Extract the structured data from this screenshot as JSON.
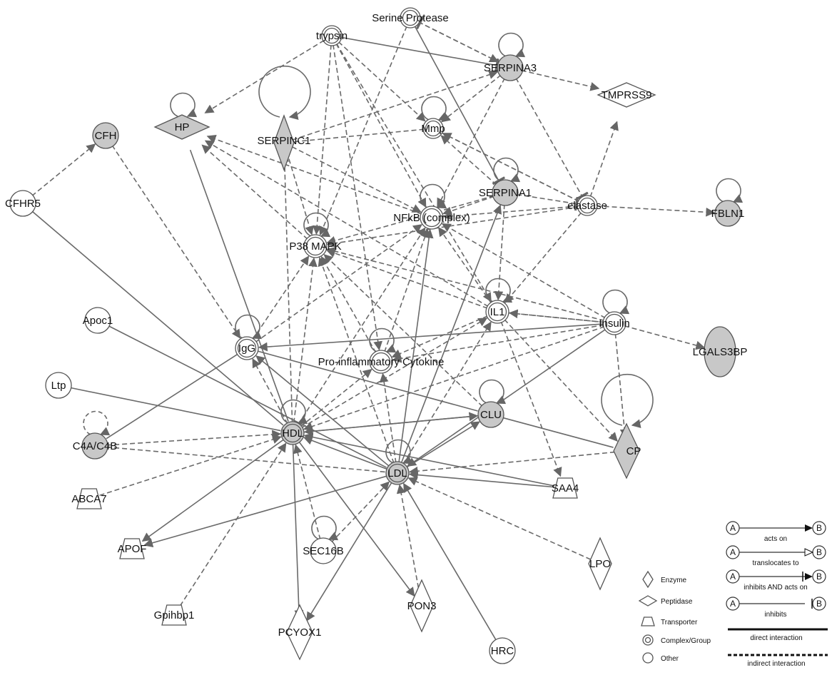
{
  "nodes": [
    {
      "id": "serine_protease",
      "label": "Serine Protease",
      "shape": "complex",
      "fill": "#ffffff"
    },
    {
      "id": "trypsin",
      "label": "trypsin",
      "shape": "complex",
      "fill": "#ffffff"
    },
    {
      "id": "serpina3",
      "label": "SERPINA3",
      "shape": "circle",
      "fill": "#c8c8c8"
    },
    {
      "id": "tmprss9",
      "label": "TMPRSS9",
      "shape": "peptidase",
      "fill": "#ffffff"
    },
    {
      "id": "hp",
      "label": "HP",
      "shape": "peptidase",
      "fill": "#c8c8c8"
    },
    {
      "id": "cfh",
      "label": "CFH",
      "shape": "circle",
      "fill": "#c8c8c8"
    },
    {
      "id": "serpinc1",
      "label": "SERPINC1",
      "shape": "enzyme",
      "fill": "#c8c8c8"
    },
    {
      "id": "mmp",
      "label": "Mmp",
      "shape": "complex",
      "fill": "#ffffff"
    },
    {
      "id": "cfhr5",
      "label": "CFHR5",
      "shape": "circle",
      "fill": "#ffffff"
    },
    {
      "id": "serpina1",
      "label": "SERPINA1",
      "shape": "circle",
      "fill": "#c8c8c8"
    },
    {
      "id": "nfkb",
      "label": "NFkB (complex)",
      "shape": "complex",
      "fill": "#ffffff"
    },
    {
      "id": "elastase",
      "label": "elastase",
      "shape": "complex",
      "fill": "#ffffff"
    },
    {
      "id": "fbln1",
      "label": "FBLN1",
      "shape": "circle",
      "fill": "#c8c8c8"
    },
    {
      "id": "p38",
      "label": "P38 MAPK",
      "shape": "complex",
      "fill": "#ffffff"
    },
    {
      "id": "il1",
      "label": "IL1",
      "shape": "complex",
      "fill": "#ffffff"
    },
    {
      "id": "apoc1",
      "label": "Apoc1",
      "shape": "circle",
      "fill": "#ffffff"
    },
    {
      "id": "insulin",
      "label": "Insulin",
      "shape": "complex",
      "fill": "#ffffff"
    },
    {
      "id": "lgals3bp",
      "label": "LGALS3BP",
      "shape": "ellipse",
      "fill": "#c8c8c8"
    },
    {
      "id": "igg",
      "label": "IgG",
      "shape": "complex",
      "fill": "#ffffff"
    },
    {
      "id": "proinflam",
      "label": "Pro-inflammatory Cytokine",
      "shape": "complex",
      "fill": "#ffffff"
    },
    {
      "id": "ltp",
      "label": "Ltp",
      "shape": "circle",
      "fill": "#ffffff"
    },
    {
      "id": "clu",
      "label": "CLU",
      "shape": "circle",
      "fill": "#c8c8c8"
    },
    {
      "id": "hdl",
      "label": "HDL",
      "shape": "complex",
      "fill": "#c8c8c8"
    },
    {
      "id": "c4a",
      "label": "C4A/C4B",
      "shape": "circle",
      "fill": "#c8c8c8"
    },
    {
      "id": "cp",
      "label": "CP",
      "shape": "enzyme",
      "fill": "#c8c8c8"
    },
    {
      "id": "ldl",
      "label": "LDL",
      "shape": "complex",
      "fill": "#c8c8c8"
    },
    {
      "id": "abca7",
      "label": "ABCA7",
      "shape": "transporter",
      "fill": "#ffffff"
    },
    {
      "id": "saa4",
      "label": "SAA4",
      "shape": "transporter",
      "fill": "#ffffff"
    },
    {
      "id": "apof",
      "label": "APOF",
      "shape": "transporter",
      "fill": "#ffffff"
    },
    {
      "id": "sec16b",
      "label": "SEC16B",
      "shape": "circle",
      "fill": "#ffffff"
    },
    {
      "id": "lpo",
      "label": "LPO",
      "shape": "enzyme",
      "fill": "#ffffff"
    },
    {
      "id": "gpihbp1",
      "label": "Gpihbp1",
      "shape": "transporter",
      "fill": "#ffffff"
    },
    {
      "id": "pon3",
      "label": "PON3",
      "shape": "enzyme",
      "fill": "#ffffff"
    },
    {
      "id": "pcyox1",
      "label": "PCYOX1",
      "shape": "enzyme",
      "fill": "#ffffff"
    },
    {
      "id": "hrc",
      "label": "HRC",
      "shape": "circle",
      "fill": "#ffffff"
    }
  ],
  "edges": [
    {
      "from": "trypsin",
      "to": "serpina3",
      "style": "solid",
      "head": "inhibit"
    },
    {
      "from": "trypsin",
      "to": "hp",
      "style": "dashed",
      "head": "arrow"
    },
    {
      "from": "trypsin",
      "to": "mmp",
      "style": "dashed",
      "head": "arrow"
    },
    {
      "from": "trypsin",
      "to": "p38",
      "style": "dashed",
      "head": "arrow"
    },
    {
      "from": "trypsin",
      "to": "nfkb",
      "style": "dashed",
      "head": "arrow"
    },
    {
      "from": "trypsin",
      "to": "il1",
      "style": "dashed",
      "head": "arrow"
    },
    {
      "from": "trypsin",
      "to": "proinflam",
      "style": "dashed",
      "head": "arrow"
    },
    {
      "from": "serine_protease",
      "to": "serpina3",
      "style": "dashed",
      "head": "arrow"
    },
    {
      "from": "serine_protease",
      "to": "serpina1",
      "style": "solid",
      "head": "inhibit"
    },
    {
      "from": "serine_protease",
      "to": "p38",
      "style": "dashed",
      "head": "arrow"
    },
    {
      "from": "serpina3",
      "to": "serine_protease",
      "style": "dashed",
      "head": "inhibit"
    },
    {
      "from": "serpina3",
      "to": "tmprss9",
      "style": "dashed",
      "head": "arrow"
    },
    {
      "from": "serpina3",
      "to": "elastase",
      "style": "dashed",
      "head": "inhibit"
    },
    {
      "from": "serpina3",
      "to": "nfkb",
      "style": "dashed",
      "head": "arrow"
    },
    {
      "from": "serpina3",
      "to": "mmp",
      "style": "dashed",
      "head": "arrow"
    },
    {
      "from": "serpinc1",
      "to": "serpina3",
      "style": "dashed",
      "head": "arrow"
    },
    {
      "from": "serpinc1",
      "to": "nfkb",
      "style": "dashed",
      "head": "arrow"
    },
    {
      "from": "serpinc1",
      "to": "p38",
      "style": "dashed",
      "head": "arrow"
    },
    {
      "from": "mmp",
      "to": "serpinc1",
      "style": "dashed",
      "head": "none"
    },
    {
      "from": "mmp",
      "to": "elastase",
      "style": "dashed",
      "head": "none"
    },
    {
      "from": "serpina1",
      "to": "mmp",
      "style": "dashed",
      "head": "arrow"
    },
    {
      "from": "serpina1",
      "to": "nfkb",
      "style": "dashed",
      "head": "arrow"
    },
    {
      "from": "serpina1",
      "to": "elastase",
      "style": "dashed",
      "head": "inhibit"
    },
    {
      "from": "serpina1",
      "to": "il1",
      "style": "dashed",
      "head": "arrow"
    },
    {
      "from": "serpina1",
      "to": "p38",
      "style": "dashed",
      "head": "arrow"
    },
    {
      "from": "elastase",
      "to": "fbln1",
      "style": "dashed",
      "head": "arrow"
    },
    {
      "from": "elastase",
      "to": "tmprss9",
      "style": "dashed",
      "head": "arrow"
    },
    {
      "from": "elastase",
      "to": "nfkb",
      "style": "dashed",
      "head": "arrow"
    },
    {
      "from": "elastase",
      "to": "p38",
      "style": "dashed",
      "head": "arrow"
    },
    {
      "from": "elastase",
      "to": "il1",
      "style": "dashed",
      "head": "arrow"
    },
    {
      "from": "elastase",
      "to": "mmp",
      "style": "dashed",
      "head": "arrow"
    },
    {
      "from": "cfhr5",
      "to": "cfh",
      "style": "dashed",
      "head": "arrow"
    },
    {
      "from": "cfhr5",
      "to": "hdl",
      "style": "solid",
      "head": "none"
    },
    {
      "from": "cfh",
      "to": "igg",
      "style": "dashed",
      "head": "arrow"
    },
    {
      "from": "hp",
      "to": "hdl",
      "style": "solid",
      "head": "none"
    },
    {
      "from": "p38",
      "to": "hp",
      "style": "dashed",
      "head": "arrow"
    },
    {
      "from": "nfkb",
      "to": "hp",
      "style": "dashed",
      "head": "arrow"
    },
    {
      "from": "il1",
      "to": "hp",
      "style": "dashed",
      "head": "arrow"
    },
    {
      "from": "il1",
      "to": "p38",
      "style": "dashed",
      "head": "arrow"
    },
    {
      "from": "il1",
      "to": "nfkb",
      "style": "dashed",
      "head": "arrow"
    },
    {
      "from": "il1",
      "to": "insulin",
      "style": "dashed",
      "head": "none"
    },
    {
      "from": "il1",
      "to": "saa4",
      "style": "dashed",
      "head": "arrow"
    },
    {
      "from": "il1",
      "to": "cp",
      "style": "dashed",
      "head": "arrow"
    },
    {
      "from": "il1",
      "to": "proinflam",
      "style": "dashed",
      "head": "arrow"
    },
    {
      "from": "insulin",
      "to": "p38",
      "style": "dashed",
      "head": "arrow"
    },
    {
      "from": "insulin",
      "to": "nfkb",
      "style": "dashed",
      "head": "arrow"
    },
    {
      "from": "insulin",
      "to": "il1",
      "style": "dashed",
      "head": "arrow"
    },
    {
      "from": "insulin",
      "to": "igg",
      "style": "solid",
      "head": "arrow"
    },
    {
      "from": "insulin",
      "to": "lgals3bp",
      "style": "dashed",
      "head": "arrow"
    },
    {
      "from": "insulin",
      "to": "cp",
      "style": "dashed",
      "head": "arrow"
    },
    {
      "from": "insulin",
      "to": "hdl",
      "style": "dashed",
      "head": "arrow"
    },
    {
      "from": "insulin",
      "to": "ldl",
      "style": "solid",
      "head": "arrow"
    },
    {
      "from": "insulin",
      "to": "proinflam",
      "style": "dashed",
      "head": "arrow"
    },
    {
      "from": "igg",
      "to": "p38",
      "style": "dashed",
      "head": "arrow"
    },
    {
      "from": "igg",
      "to": "nfkb",
      "style": "dashed",
      "head": "arrow"
    },
    {
      "from": "igg",
      "to": "clu",
      "style": "solid",
      "head": "none"
    },
    {
      "from": "igg",
      "to": "c4a",
      "style": "solid",
      "head": "none"
    },
    {
      "from": "proinflam",
      "to": "p38",
      "style": "dashed",
      "head": "arrow"
    },
    {
      "from": "proinflam",
      "to": "nfkb",
      "style": "dashed",
      "head": "arrow"
    },
    {
      "from": "apoc1",
      "to": "ldl",
      "style": "solid",
      "head": "none"
    },
    {
      "from": "ltp",
      "to": "hdl",
      "style": "solid",
      "head": "none"
    },
    {
      "from": "hdl",
      "to": "serpinc1",
      "style": "dashed",
      "head": "arrow"
    },
    {
      "from": "hdl",
      "to": "nfkb",
      "style": "dashed",
      "head": "arrow"
    },
    {
      "from": "hdl",
      "to": "p38",
      "style": "dashed",
      "head": "arrow"
    },
    {
      "from": "hdl",
      "to": "il1",
      "style": "dashed",
      "head": "arrow"
    },
    {
      "from": "hdl",
      "to": "igg",
      "style": "dashed",
      "head": "arrow"
    },
    {
      "from": "hdl",
      "to": "clu",
      "style": "solid",
      "head": "arrow"
    },
    {
      "from": "hdl",
      "to": "apof",
      "style": "solid",
      "head": "arrow"
    },
    {
      "from": "hdl",
      "to": "pcyox1",
      "style": "solid",
      "head": "arrow"
    },
    {
      "from": "hdl",
      "to": "pon3",
      "style": "solid",
      "head": "arrow"
    },
    {
      "from": "hdl",
      "to": "proinflam",
      "style": "dashed",
      "head": "arrow"
    },
    {
      "from": "c4a",
      "to": "hdl",
      "style": "dashed",
      "head": "arrow"
    },
    {
      "from": "c4a",
      "to": "ldl",
      "style": "dashed",
      "head": "none"
    },
    {
      "from": "clu",
      "to": "hdl",
      "style": "solid",
      "head": "arrow"
    },
    {
      "from": "clu",
      "to": "cp",
      "style": "solid",
      "head": "none"
    },
    {
      "from": "clu",
      "to": "p38",
      "style": "dashed",
      "head": "arrow"
    },
    {
      "from": "ldl",
      "to": "hdl",
      "style": "solid",
      "head": "arrow"
    },
    {
      "from": "ldl",
      "to": "igg",
      "style": "solid",
      "head": "arrow"
    },
    {
      "from": "ldl",
      "to": "clu",
      "style": "solid",
      "head": "arrow"
    },
    {
      "from": "ldl",
      "to": "nfkb",
      "style": "solid",
      "head": "arrow"
    },
    {
      "from": "ldl",
      "to": "p38",
      "style": "dashed",
      "head": "arrow"
    },
    {
      "from": "ldl",
      "to": "serpina1",
      "style": "solid",
      "head": "arrow"
    },
    {
      "from": "ldl",
      "to": "apof",
      "style": "solid",
      "head": "arrow"
    },
    {
      "from": "ldl",
      "to": "pcyox1",
      "style": "solid",
      "head": "arrow"
    },
    {
      "from": "ldl",
      "to": "il1",
      "style": "dashed",
      "head": "arrow"
    },
    {
      "from": "ldl",
      "to": "proinflam",
      "style": "dashed",
      "head": "arrow"
    },
    {
      "from": "cp",
      "to": "ldl",
      "style": "dashed",
      "head": "arrow"
    },
    {
      "from": "saa4",
      "to": "hdl",
      "style": "solid",
      "head": "arrow"
    },
    {
      "from": "saa4",
      "to": "ldl",
      "style": "solid",
      "head": "arrow"
    },
    {
      "from": "abca7",
      "to": "hdl",
      "style": "dashed",
      "head": "arrow"
    },
    {
      "from": "sec16b",
      "to": "ldl",
      "style": "dashed",
      "head": "arrow"
    },
    {
      "from": "sec16b",
      "to": "hdl",
      "style": "dashed",
      "head": "arrow"
    },
    {
      "from": "gpihbp1",
      "to": "hdl",
      "style": "dashed",
      "head": "arrow"
    },
    {
      "from": "lpo",
      "to": "ldl",
      "style": "dashed",
      "head": "arrow"
    },
    {
      "from": "hrc",
      "to": "ldl",
      "style": "solid",
      "head": "arrow"
    },
    {
      "from": "pon3",
      "to": "ldl",
      "style": "dashed",
      "head": "arrow"
    }
  ],
  "self_loops": [
    "serpina3",
    "hp",
    "serpinc1",
    "mmp",
    "serpina1",
    "nfkb",
    "fbln1",
    "p38",
    "il1",
    "insulin",
    "igg",
    "proinflam",
    "clu",
    "hdl",
    "c4a",
    "cp",
    "ldl",
    "sec16b"
  ],
  "shape_legend": [
    {
      "shape": "enzyme",
      "label": "Enzyme"
    },
    {
      "shape": "peptidase",
      "label": "Peptidase"
    },
    {
      "shape": "transporter",
      "label": "Transporter"
    },
    {
      "shape": "complex",
      "label": "Complex/Group"
    },
    {
      "shape": "circle",
      "label": "Other"
    }
  ],
  "edge_legend": [
    {
      "a": "A",
      "b": "B",
      "label": "acts on",
      "head": "arrow"
    },
    {
      "a": "A",
      "b": "B",
      "label": "translocates to",
      "head": "open"
    },
    {
      "a": "A",
      "b": "B",
      "label": "inhibits AND acts on",
      "head": "inhibit-arrow"
    },
    {
      "a": "A",
      "b": "B",
      "label": "inhibits",
      "head": "inhibit"
    }
  ],
  "line_legend": [
    {
      "style": "solid",
      "label": "direct interaction"
    },
    {
      "style": "dashed",
      "label": "indirect interaction"
    }
  ],
  "colors": {
    "edge": "#6a6a6a",
    "node_stroke": "#555555",
    "highlight": "#c8c8c8"
  }
}
